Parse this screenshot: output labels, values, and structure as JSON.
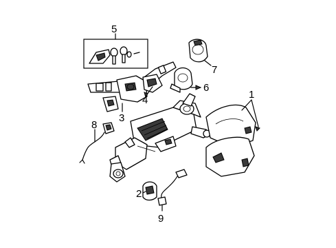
{
  "diagram": {
    "callouts": [
      "1",
      "2",
      "3",
      "4",
      "5",
      "6",
      "7",
      "8",
      "9"
    ]
  },
  "colors": {
    "line": "#000000",
    "background": "#ffffff",
    "shading": "#3a3a3a"
  }
}
